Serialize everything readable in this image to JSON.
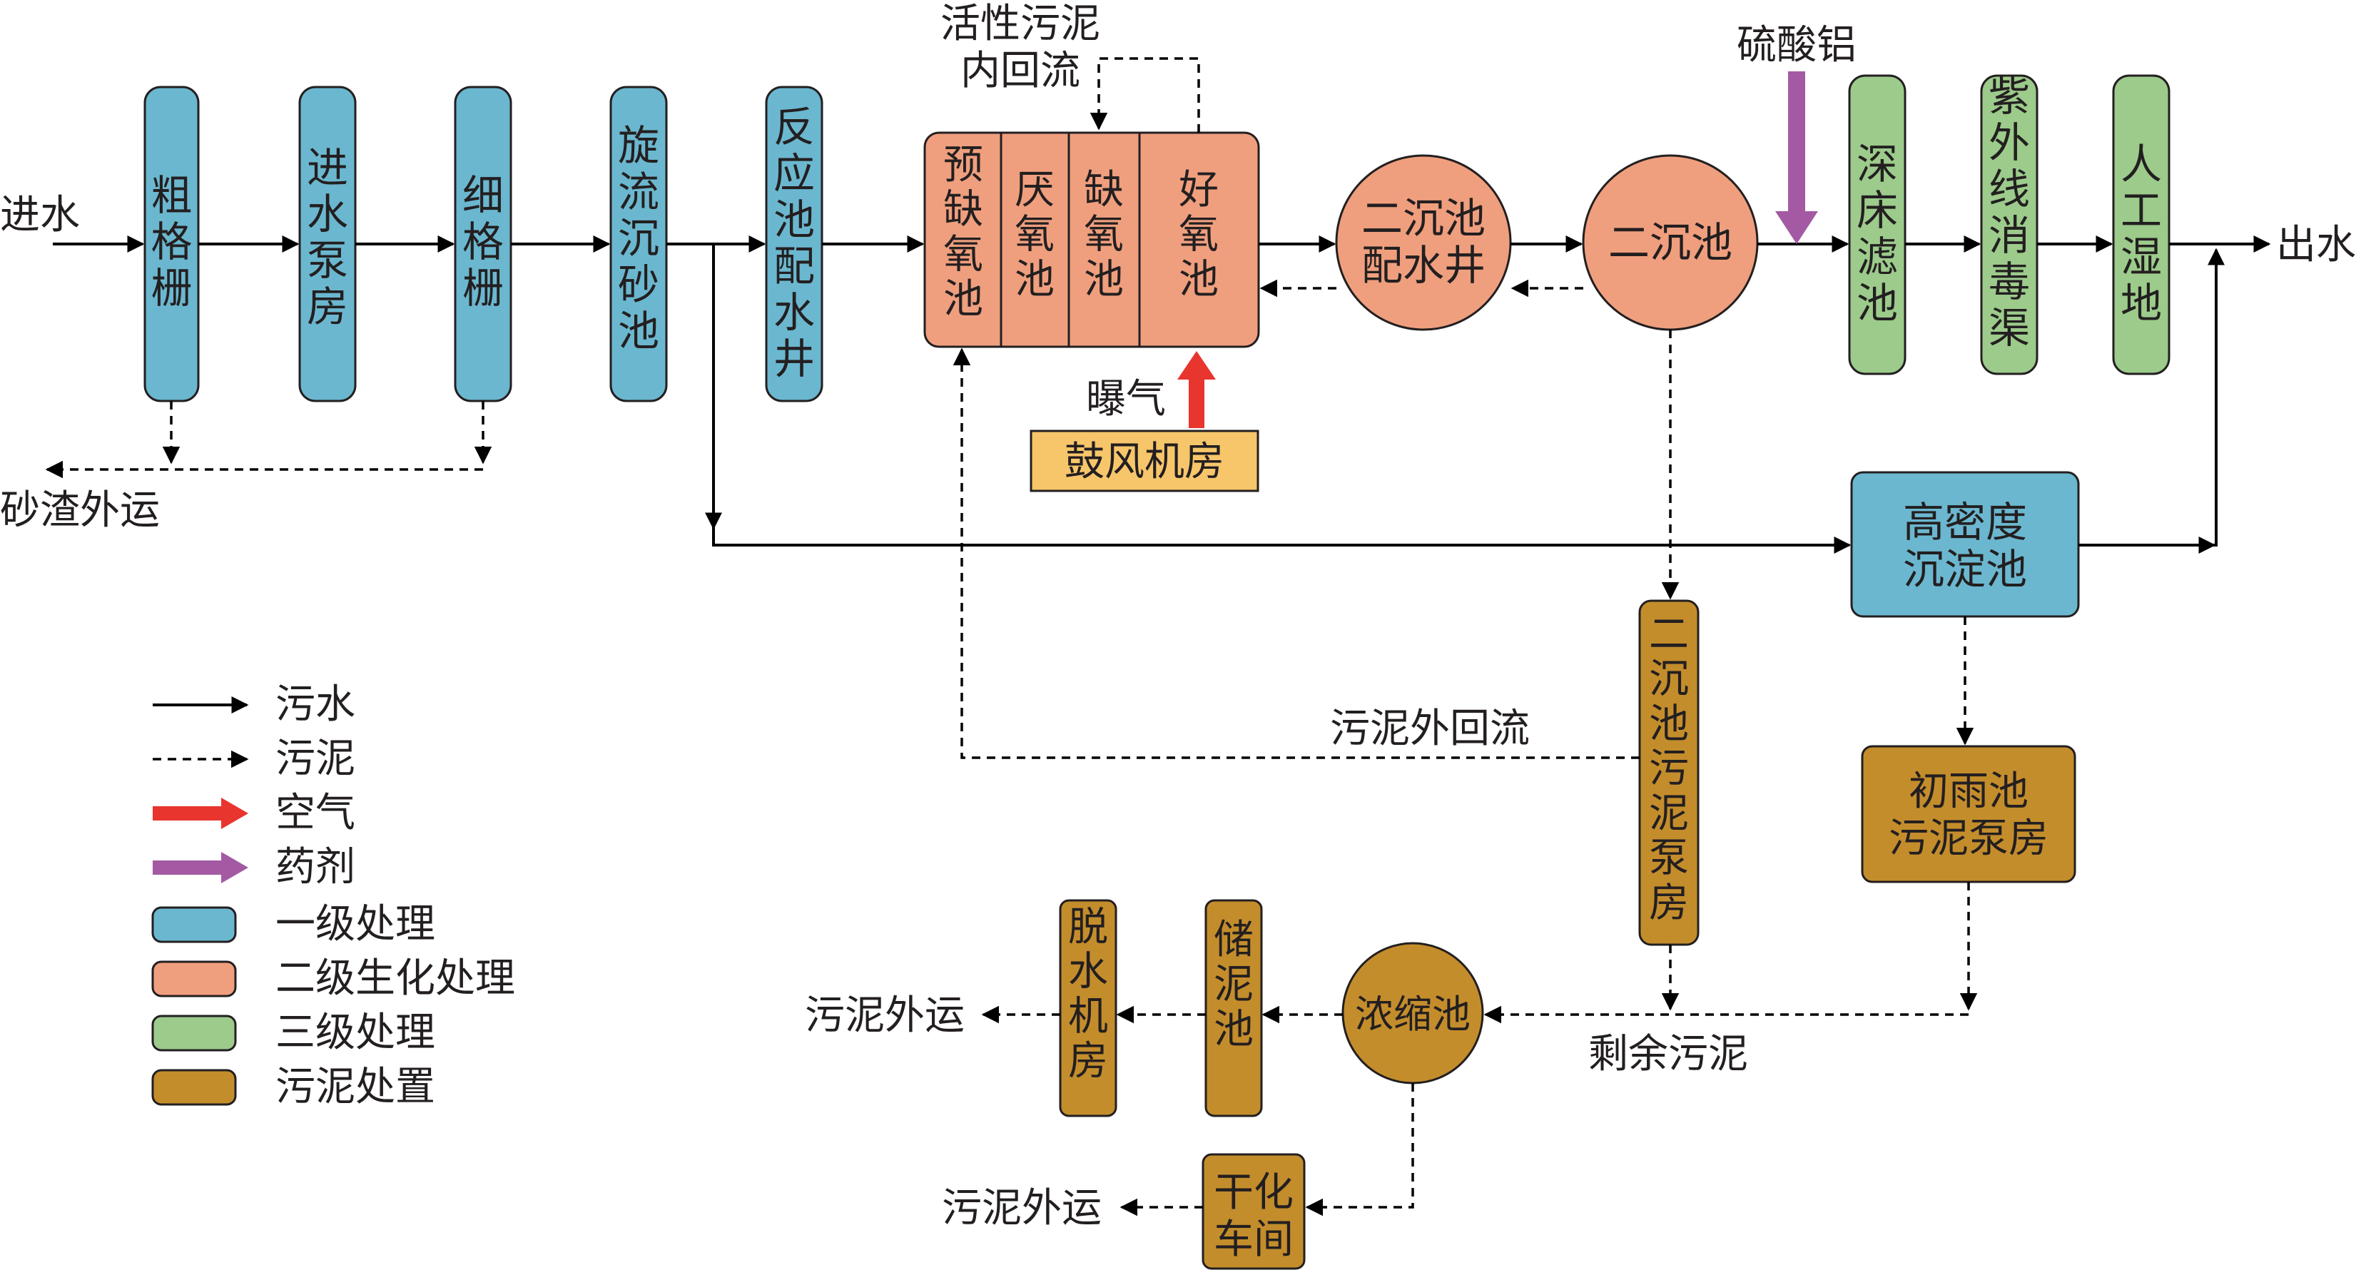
{
  "colors": {
    "primary": "#6bb7cf",
    "secondary": "#ef9f7e",
    "tertiary": "#9ccb8b",
    "sludge": "#c48d2c",
    "blower": "#f7c66b",
    "air": "#e8352e",
    "chemical": "#a35aa3",
    "line": "#000000"
  },
  "labels": {
    "inflow": "进水",
    "outflow": "出水",
    "grit_out": "砂渣外运",
    "ras_internal_1": "活性污泥",
    "ras_internal_2": "内回流",
    "aeration": "曝气",
    "alum": "硫酸铝",
    "ras_external": "污泥外回流",
    "excess_sludge": "剩余污泥",
    "sludge_out_1": "污泥外运",
    "sludge_out_2": "污泥外运"
  },
  "units": {
    "coarse_screen": "粗格栅",
    "inlet_pump": "进水泵房",
    "fine_screen": "细格栅",
    "grit_chamber": "旋流沉砂池",
    "reaction_well": "反应池配水井",
    "pre_anoxic": "预缺氧池",
    "anaerobic": "厌氧池",
    "anoxic": "缺氧池",
    "aerobic": "好氧池",
    "distribution_well_line1": "二沉池",
    "distribution_well_line2": "配水井",
    "secondary_clarifier": "二沉池",
    "blower_room": "鼓风机房",
    "deep_bed_filter": "深床滤池",
    "uv_channel": "紫外线消毒渠",
    "wetland": "人工湿地",
    "high_density_line1": "高密度",
    "high_density_line2": "沉淀池",
    "sludge_pump": "二沉池污泥泵房",
    "rain_pump_line1": "初雨池",
    "rain_pump_line2": "污泥泵房",
    "thickener": "浓缩池",
    "storage": "储泥池",
    "dewatering": "脱水机房",
    "drying_line1": "干化",
    "drying_line2": "车间"
  },
  "legend": [
    {
      "label": "污水"
    },
    {
      "label": "污泥"
    },
    {
      "label": "空气"
    },
    {
      "label": "药剂"
    },
    {
      "label": "一级处理"
    },
    {
      "label": "二级生化处理"
    },
    {
      "label": "三级处理"
    },
    {
      "label": "污泥处置"
    }
  ]
}
